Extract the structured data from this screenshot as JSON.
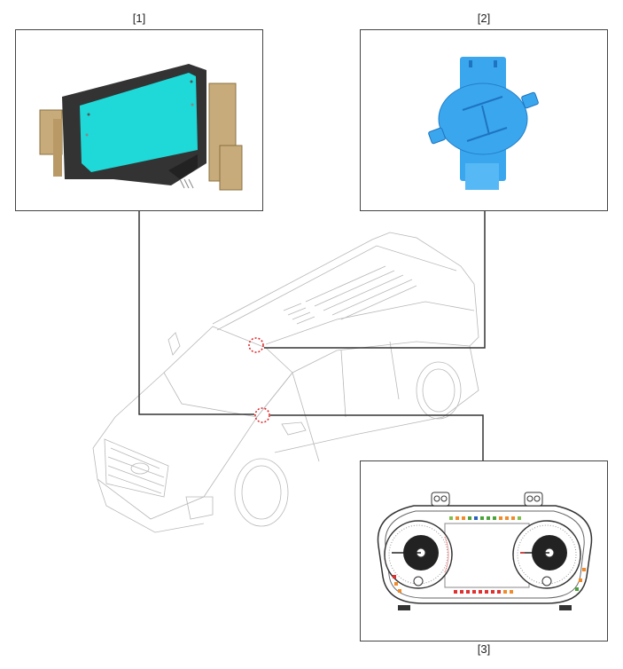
{
  "diagram": {
    "type": "component-location",
    "callouts": [
      {
        "id": "1",
        "label": "[1]",
        "component": "head-up-display-unit",
        "color_screen": "#1fd8d8"
      },
      {
        "id": "2",
        "label": "[2]",
        "component": "rain-light-sensor",
        "color_body": "#3aa6ee"
      },
      {
        "id": "3",
        "label": "[3]",
        "component": "instrument-cluster"
      }
    ],
    "markers_color": "#e02020",
    "vehicle": "suv-outline"
  }
}
